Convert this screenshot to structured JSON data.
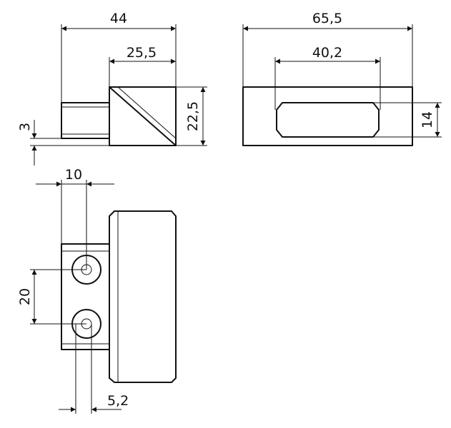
{
  "dimensions": {
    "width_total": "44",
    "width_upper": "25,5",
    "offset_small": "3",
    "height_side": "22,5",
    "length_total": "65,5",
    "opening_width": "40,2",
    "opening_height": "14",
    "hole_offset": "10",
    "hole_spacing": "20",
    "hole_diameter": "5,2"
  },
  "colors": {
    "line": "#111111",
    "background": "#ffffff"
  }
}
